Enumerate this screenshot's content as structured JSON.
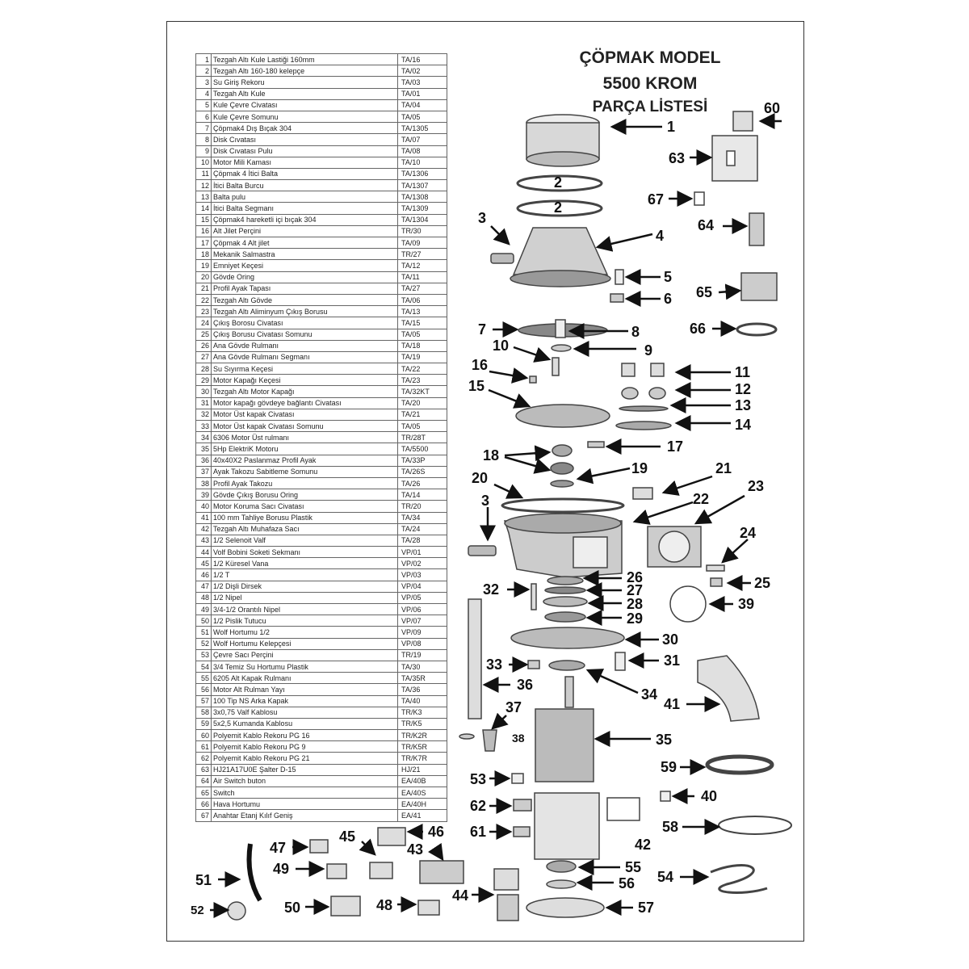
{
  "title": {
    "line1": "ÇÖPMAK MODEL",
    "line2": "5500 KROM",
    "line3": "PARÇA LİSTESİ"
  },
  "parts": [
    {
      "no": "1",
      "name": "Tezgah Altı Kule Lastiği 160mm",
      "code": "TA/16"
    },
    {
      "no": "2",
      "name": "Tezgah Altı 160-180 kelepçe",
      "code": "TA/02"
    },
    {
      "no": "3",
      "name": "Su Giriş Rekoru",
      "code": "TA/03"
    },
    {
      "no": "4",
      "name": "Tezgah Altı Kule",
      "code": "TA/01"
    },
    {
      "no": "5",
      "name": "Kule Çevre Civatası",
      "code": "TA/04"
    },
    {
      "no": "6",
      "name": "Kule Çevre Somunu",
      "code": "TA/05"
    },
    {
      "no": "7",
      "name": "Çöpmak4  Dış Bıçak 304",
      "code": "TA/1305"
    },
    {
      "no": "8",
      "name": "Disk Cıvatası",
      "code": "TA/07"
    },
    {
      "no": "9",
      "name": "Disk Cıvatası Pulu",
      "code": "TA/08"
    },
    {
      "no": "10",
      "name": "Motor Mili Kaması",
      "code": "TA/10"
    },
    {
      "no": "11",
      "name": "Çöpmak 4 İtici Balta",
      "code": "TA/1306"
    },
    {
      "no": "12",
      "name": "İtici Balta Burcu",
      "code": "TA/1307"
    },
    {
      "no": "13",
      "name": "Balta pulu",
      "code": "TA/1308"
    },
    {
      "no": "14",
      "name": "İtici Balta Segmanı",
      "code": "TA/1309"
    },
    {
      "no": "15",
      "name": "Çöpmak4  hareketli içi bıçak 304",
      "code": "TA/1304"
    },
    {
      "no": "16",
      "name": "Alt Jilet Perçini",
      "code": "TR/30"
    },
    {
      "no": "17",
      "name": "Çöpmak 4 Alt jilet",
      "code": "TA/09"
    },
    {
      "no": "18",
      "name": "Mekanik Salmastra",
      "code": "TR/27"
    },
    {
      "no": "19",
      "name": "Emniyet Keçesi",
      "code": "TA/12"
    },
    {
      "no": "20",
      "name": "Gövde Oring",
      "code": "TA/11"
    },
    {
      "no": "21",
      "name": "Profil Ayak Tapası",
      "code": "TA/27"
    },
    {
      "no": "22",
      "name": "Tezgah Altı Gövde",
      "code": "TA/06"
    },
    {
      "no": "23",
      "name": "Tezgah Altı Aliminyum Çıkış Borusu",
      "code": "TA/13"
    },
    {
      "no": "24",
      "name": "Çıkış Borosu Civatası",
      "code": "TA/15"
    },
    {
      "no": "25",
      "name": "Çıkış Borusu Civatası Somunu",
      "code": "TA/05"
    },
    {
      "no": "26",
      "name": " Ana Gövde Rulmanı",
      "code": "TA/18"
    },
    {
      "no": "27",
      "name": "Ana Gövde Rulmanı Segmanı",
      "code": "TA/19"
    },
    {
      "no": "28",
      "name": "Su Sıyırma Keçesi",
      "code": "TA/22"
    },
    {
      "no": "29",
      "name": "Motor Kapağı Keçesi",
      "code": "TA/23"
    },
    {
      "no": "30",
      "name": "Tezgah Altı Motor Kapağı",
      "code": "TA/32KT"
    },
    {
      "no": "31",
      "name": "Motor kapağı gövdeye bağlantı Civatası",
      "code": "TA/20"
    },
    {
      "no": "32",
      "name": "Motor Üst kapak Civatası",
      "code": "TA/21"
    },
    {
      "no": "33",
      "name": "Motor Üst kapak Civatası Somunu",
      "code": "TA/05"
    },
    {
      "no": "34",
      "name": "6306 Motor Üst rulmanı",
      "code": "TR/28T"
    },
    {
      "no": "35",
      "name": "5Hp ElektriK Motoru",
      "code": "TA/5500"
    },
    {
      "no": "36",
      "name": "40x40X2 Paslanmaz Profil Ayak",
      "code": "TA/33P"
    },
    {
      "no": "37",
      "name": "Ayak Takozu Sabitleme Somunu",
      "code": "TA/26S"
    },
    {
      "no": "38",
      "name": "Profil Ayak Takozu",
      "code": "TA/26"
    },
    {
      "no": "39",
      "name": "Gövde Çıkış Borusu Oring",
      "code": "TA/14"
    },
    {
      "no": "40",
      "name": "Motor Koruma Sacı Civatası",
      "code": "TR/20"
    },
    {
      "no": "41",
      "name": "100 mm Tahliye Borusu Plastik",
      "code": "TA/34"
    },
    {
      "no": "42",
      "name": "Tezgah Altı Muhafaza Sacı",
      "code": "TA/24"
    },
    {
      "no": "43",
      "name": "1/2 Selenoit Valf",
      "code": "TA/28"
    },
    {
      "no": "44",
      "name": "Volf Bobini Soketi Sekmanı",
      "code": "VP/01"
    },
    {
      "no": "45",
      "name": "1/2 Küresel Vana",
      "code": "VP/02"
    },
    {
      "no": "46",
      "name": "1/2 T",
      "code": "VP/03"
    },
    {
      "no": "47",
      "name": "1/2 Dişli Dirsek",
      "code": "VP/04"
    },
    {
      "no": "48",
      "name": "1/2 Nipel",
      "code": "VP/05"
    },
    {
      "no": "49",
      "name": "3/4-1/2 Orantılı Nipel",
      "code": "VP/06"
    },
    {
      "no": "50",
      "name": "1/2 Pislik Tutucu",
      "code": "VP/07"
    },
    {
      "no": "51",
      "name": "Wolf Hortumu 1/2",
      "code": "VP/09"
    },
    {
      "no": "52",
      "name": "Wolf Hortumu Kelepçesi",
      "code": "VP/08"
    },
    {
      "no": "53",
      "name": "Çevre Sacı Perçini",
      "code": "TR/19"
    },
    {
      "no": "54",
      "name": "3/4 Temiz Su Hortumu Plastik",
      "code": "TA/30"
    },
    {
      "no": "55",
      "name": "6205 Alt Kapak Rulmanı",
      "code": "TA/35R"
    },
    {
      "no": "56",
      "name": "Motor Alt Rulman Yayı",
      "code": "TA/36"
    },
    {
      "no": "57",
      "name": "100 Tip NS Arka Kapak",
      "code": "TA/40"
    },
    {
      "no": "58",
      "name": "3x0,75 Valf Kablosu",
      "code": "TR/K3"
    },
    {
      "no": "59",
      "name": "5x2,5 Kumanda Kablosu",
      "code": "TR/K5"
    },
    {
      "no": "60",
      "name": "Polyemit Kablo Rekoru PG 16",
      "code": "TR/K2R"
    },
    {
      "no": "61",
      "name": "Polyemit Kablo Rekoru PG 9",
      "code": "TR/K5R"
    },
    {
      "no": "62",
      "name": "Polyemit Kablo Rekoru PG 21",
      "code": "TR/K7R"
    },
    {
      "no": "63",
      "name": "HJ21A17U0E Şalter  D-15",
      "code": "HJ/21"
    },
    {
      "no": "64",
      "name": "Air Switch buton",
      "code": "EA/40B"
    },
    {
      "no": "65",
      "name": "Switch",
      "code": "EA/40S"
    },
    {
      "no": "66",
      "name": "Hava Hortumu",
      "code": "EA/40H"
    },
    {
      "no": "67",
      "name": "Anahtar Etanj Kılıf Geniş",
      "code": "EA/41"
    }
  ],
  "callouts": {
    "n1": "1",
    "n2a": "2",
    "n2b": "2",
    "n3a": "3",
    "n3b": "3",
    "n4": "4",
    "n5": "5",
    "n6": "6",
    "n7": "7",
    "n8": "8",
    "n9": "9",
    "n10": "10",
    "n11": "11",
    "n12": "12",
    "n13": "13",
    "n14": "14",
    "n15": "15",
    "n16": "16",
    "n17": "17",
    "n18": "18",
    "n19": "19",
    "n20": "20",
    "n21": "21",
    "n22": "22",
    "n23": "23",
    "n24": "24",
    "n25": "25",
    "n26": "26",
    "n27": "27",
    "n28": "28",
    "n29": "29",
    "n30": "30",
    "n31": "31",
    "n32": "32",
    "n33": "33",
    "n34": "34",
    "n35": "35",
    "n36": "36",
    "n37": "37",
    "n38": "38",
    "n39": "39",
    "n40": "40",
    "n41": "41",
    "n42": "42",
    "n43": "43",
    "n44": "44",
    "n45": "45",
    "n46": "46",
    "n47": "47",
    "n48": "48",
    "n49": "49",
    "n50": "50",
    "n51": "51",
    "n52": "52",
    "n53": "53",
    "n54": "54",
    "n55": "55",
    "n56": "56",
    "n57": "57",
    "n58": "58",
    "n59": "59",
    "n60": "60",
    "n61": "61",
    "n62": "62",
    "n63": "63",
    "n64": "64",
    "n65": "65",
    "n66": "66",
    "n67": "67"
  }
}
